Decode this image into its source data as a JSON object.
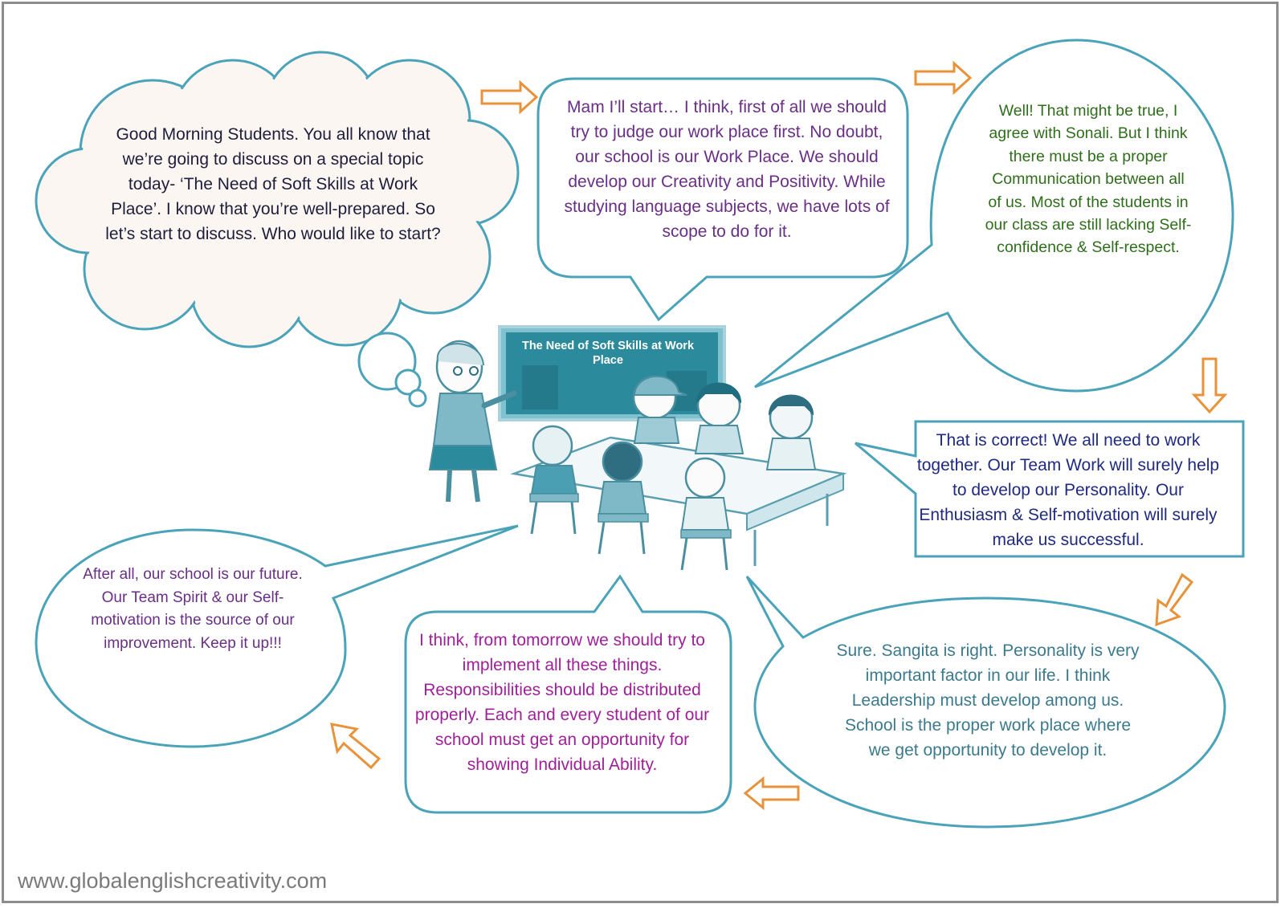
{
  "speech": {
    "teacher": "Good Morning Students. You all know that we’re going to discuss on a special topic today- ‘The Need of Soft Skills at Work Place’. I know that you’re well-prepared. So let’s start to discuss.  Who would like to start?",
    "mam_start": "Mam I’ll start… I think, first of all we should try to judge our work place first. No doubt, our school is our Work Place. We should develop our Creativity and Positivity. While studying language subjects, we have lots of scope to do for it.",
    "well": "Well! That might be true, I agree with Sonali. But I think there must be a proper Communication between all of us. Most of the students in our class are still lacking Self-confidence & Self-respect.",
    "correct": "That is correct! We all need to work together. Our Team Work will surely help to develop our Personality. Our Enthusiasm & Self-motivation will surely make us successful.",
    "sure": "Sure. Sangita is right. Personality is very important factor in our life. I think Leadership must develop among us. School is the proper work place where we get opportunity to develop it.",
    "think": "I think, from tomorrow we should try to implement all these things. Responsibilities should be distributed properly. Each and every student of our school must get an opportunity for showing Individual Ability.",
    "after": "After all, our school is our future. Our Team Spirit & our Self-motivation is the source of our improvement. Keep it up!!!"
  },
  "board": {
    "title": "The Need of Soft Skills at Work Place"
  },
  "footer": {
    "url": "www.globalenglishcreativity.com"
  },
  "colors": {
    "bubble_stroke": "#4aa3b8",
    "arrow": "#e8923a",
    "cloud_fill": "#fcf6f2",
    "board": "#2b8a9c"
  }
}
